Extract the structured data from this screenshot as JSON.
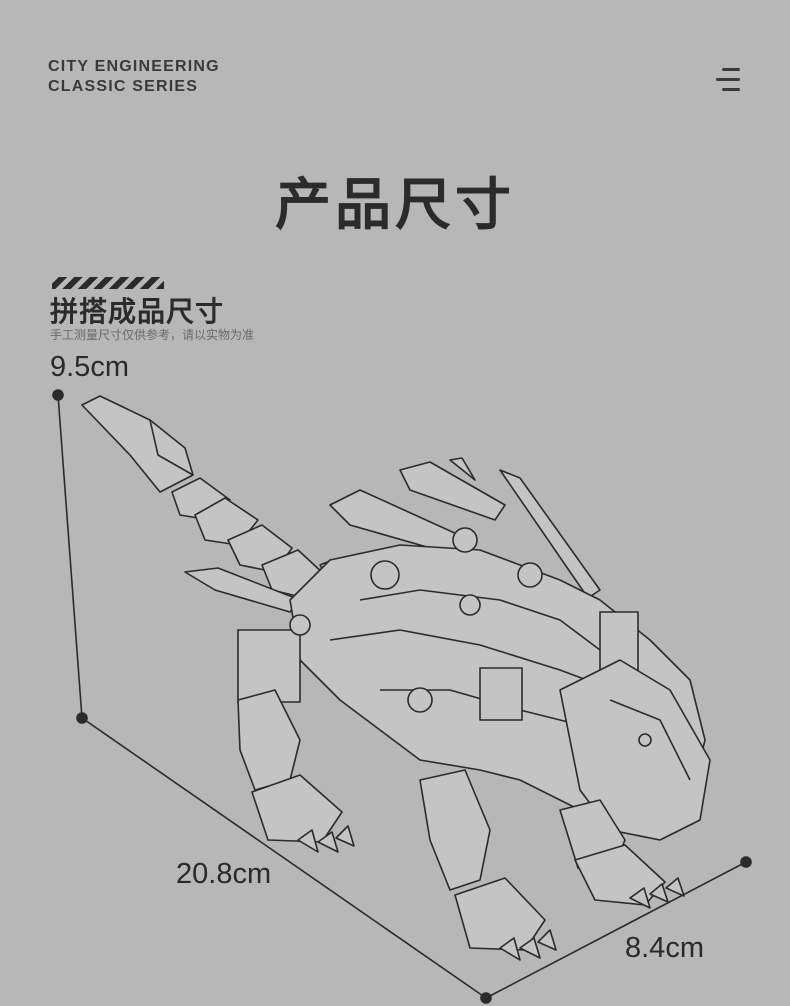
{
  "header": {
    "brand_line1": "CITY ENGINEERING",
    "brand_line2": "CLASSIC SERIES",
    "menu_icon": "hamburger-menu-icon"
  },
  "title": "产品尺寸",
  "section": {
    "title": "拼搭成品尺寸",
    "note": "手工测量尺寸仅供参考，请以实物为准"
  },
  "dimensions": {
    "height": "9.5cm",
    "length": "20.8cm",
    "width": "8.4cm"
  },
  "colors": {
    "background": "#b7b7b7",
    "ink": "#2b2b2b"
  }
}
